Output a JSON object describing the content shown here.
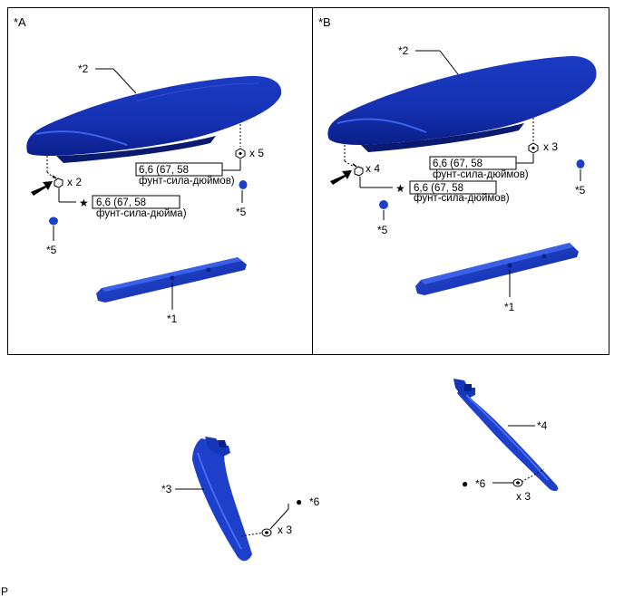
{
  "panels": {
    "a": {
      "label": "*A",
      "callouts": {
        "spoiler": "*2",
        "cover_strip": "*1",
        "clip_left": "*5",
        "clip_right": "*5"
      },
      "qty_bolts": "x 2",
      "qty_nuts": "x 5",
      "torque_nut": {
        "line1": "6,6 (67, 58",
        "line2": "фунт-сила-дюймов)"
      },
      "torque_bolt": {
        "star": "★",
        "line1": "6,6 (67, 58",
        "line2": "фунт-сила-дюйма)"
      }
    },
    "b": {
      "label": "*B",
      "callouts": {
        "spoiler": "*2",
        "cover_strip": "*1",
        "clip_left": "*5",
        "clip_right": "*5"
      },
      "qty_bolts": "x 4",
      "qty_nuts": "x 3",
      "torque_nut": {
        "line1": "6,6 (67, 58",
        "line2": "фунт-сила-дюймов)"
      },
      "torque_bolt": {
        "star": "★",
        "line1": "6,6 (67, 58",
        "line2": "фунт-сила-дюймов)"
      }
    }
  },
  "lower": {
    "left_part": {
      "callout": "*3",
      "clip_callout": "*6",
      "clip_bullet": "●",
      "qty": "x 3"
    },
    "right_part": {
      "callout": "*4",
      "clip_callout": "*6",
      "clip_bullet": "●",
      "qty": "x 3"
    }
  },
  "footer": {
    "code": "P"
  },
  "colors": {
    "part_blue": "#1d3fc9",
    "part_dark": "#0a1f8a",
    "part_light": "#4f78ff",
    "line": "#000000"
  }
}
